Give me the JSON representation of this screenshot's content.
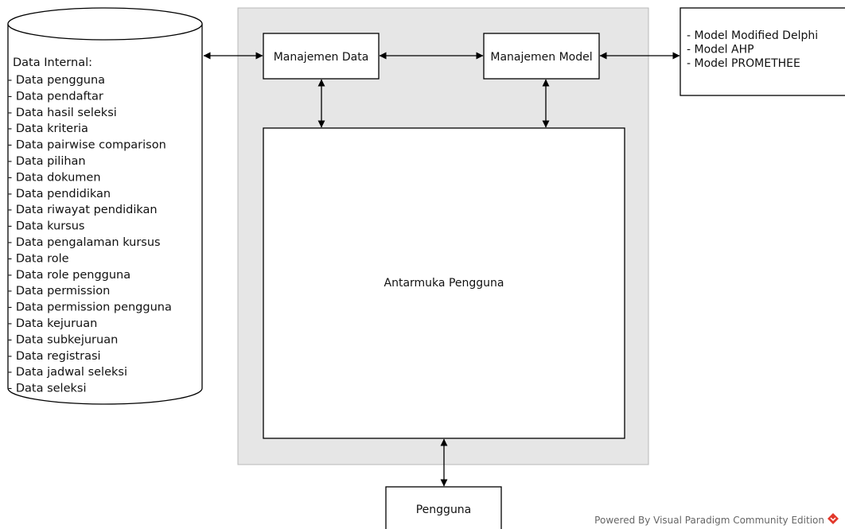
{
  "colors": {
    "system_area_fill": "#e6e6e6",
    "system_area_stroke": "#b8b8b8",
    "box_stroke": "#000000",
    "text": "#111111",
    "footer_text": "#666666",
    "footer_logo": "#e2382b"
  },
  "database": {
    "title": "Data Internal:",
    "items": [
      "- Data pengguna",
      "- Data pendaftar",
      "- Data hasil seleksi",
      "- Data kriteria",
      "- Data pairwise comparison",
      "- Data pilihan",
      "- Data dokumen",
      "- Data pendidikan",
      "- Data riwayat pendidikan",
      "- Data kursus",
      "- Data pengalaman kursus",
      "- Data role",
      "- Data role pengguna",
      "- Data permission",
      "- Data permission pengguna",
      "- Data kejuruan",
      "- Data subkejuruan",
      "- Data registrasi",
      "- Data jadwal seleksi",
      "- Data seleksi"
    ]
  },
  "boxes": {
    "data_management": "Manajemen Data",
    "model_management": "Manajemen Model",
    "user_interface": "Antarmuka Pengguna",
    "user": "Pengguna"
  },
  "models": {
    "items": [
      "- Model Modified Delphi",
      "- Model AHP",
      "- Model PROMETHEE"
    ]
  },
  "footer": {
    "text": "Powered By Visual Paradigm Community Edition",
    "logo_icon": "visual-paradigm-logo-icon"
  }
}
